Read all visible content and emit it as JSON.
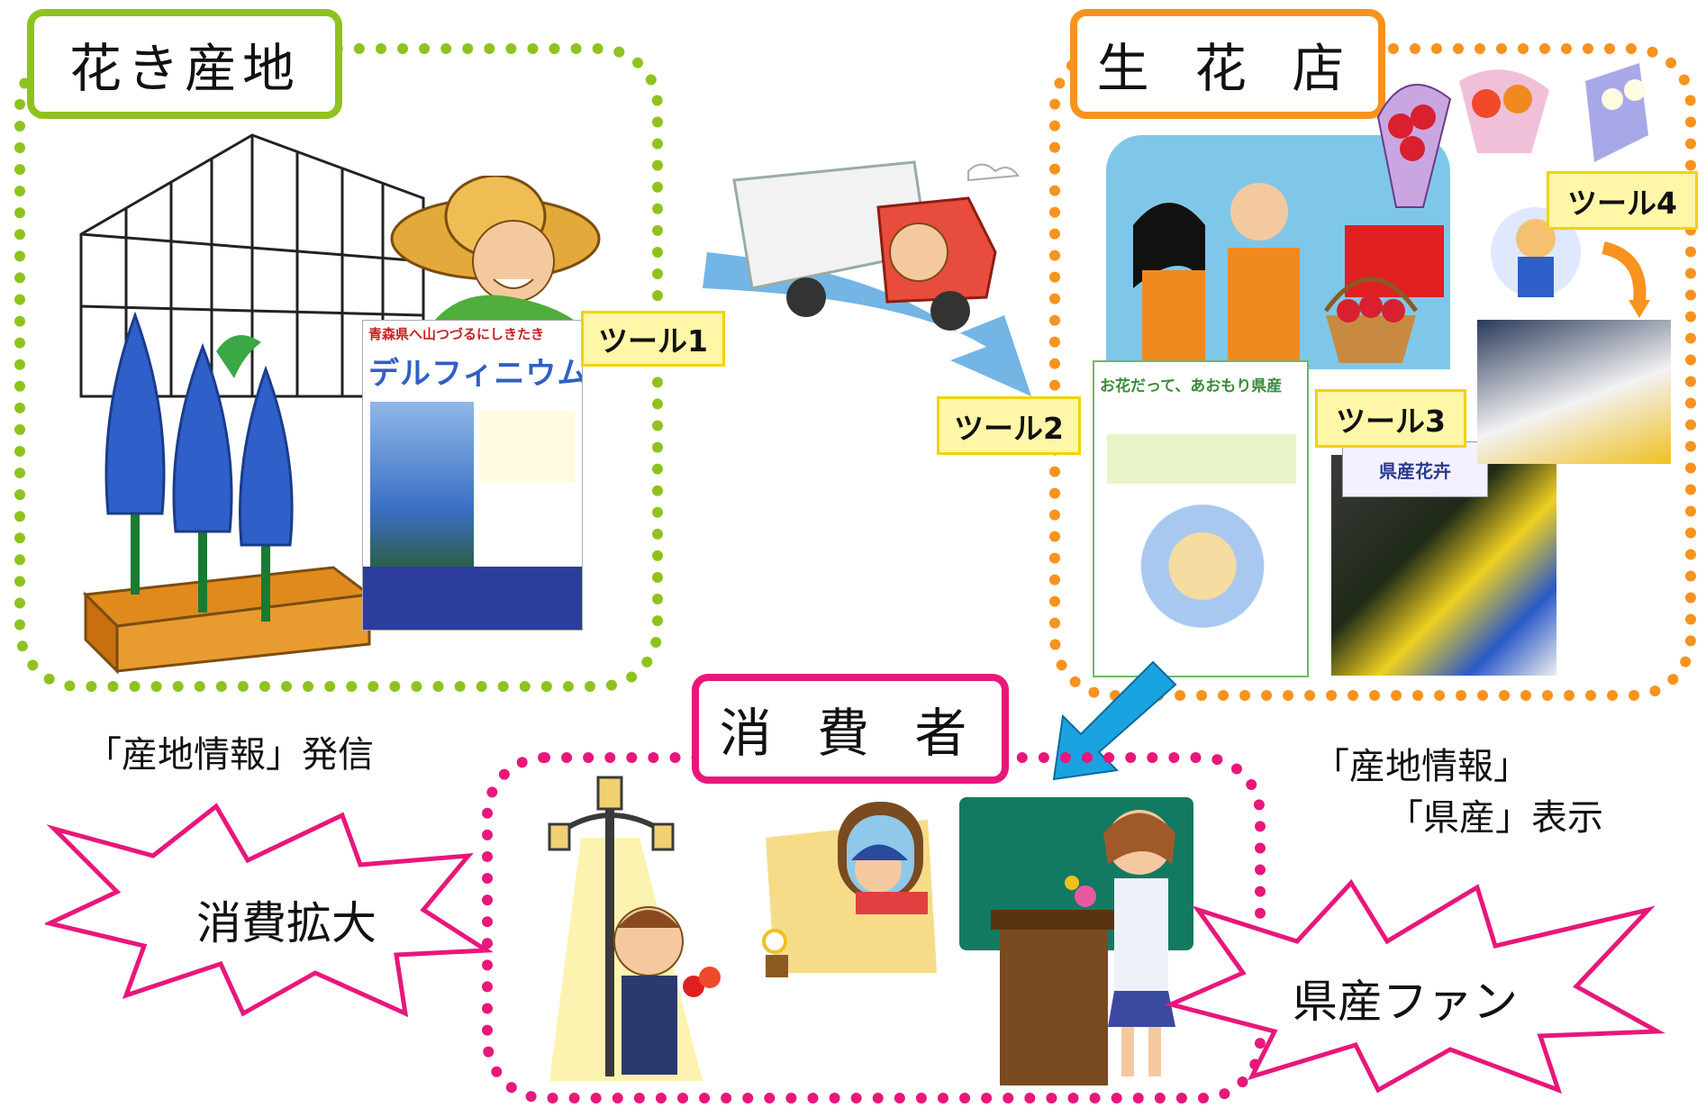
{
  "regions": {
    "production_area": {
      "title": "花き産地",
      "color": "#8ec31f"
    },
    "florist": {
      "title": "生 花 店",
      "color": "#f7931e"
    },
    "consumer": {
      "title": "消 費 者",
      "color": "#e8177a"
    }
  },
  "tools": {
    "tool1": "ツール1",
    "tool2": "ツール2",
    "tool3": "ツール3",
    "tool4": "ツール4"
  },
  "captions": {
    "production_info_sending": "「産地情報」発信",
    "display_line1": "「産地情報」",
    "display_line2": "「県産」表示"
  },
  "bursts": {
    "consumption_expansion": "消費拡大",
    "prefecture_fan": "県産ファン"
  },
  "flyers": {
    "delphinium_header": "青森県へ山つづるにしきたき",
    "delphinium_title": "デルフィニウム",
    "aomori_title": "お花だって、あおもり県産",
    "shelf_sign": "県産花卉"
  },
  "colors": {
    "delphinium_blue": "#2f5fc8",
    "arrow_blue": "#1aa3e0",
    "tool_yellow": "#fff6a8"
  }
}
